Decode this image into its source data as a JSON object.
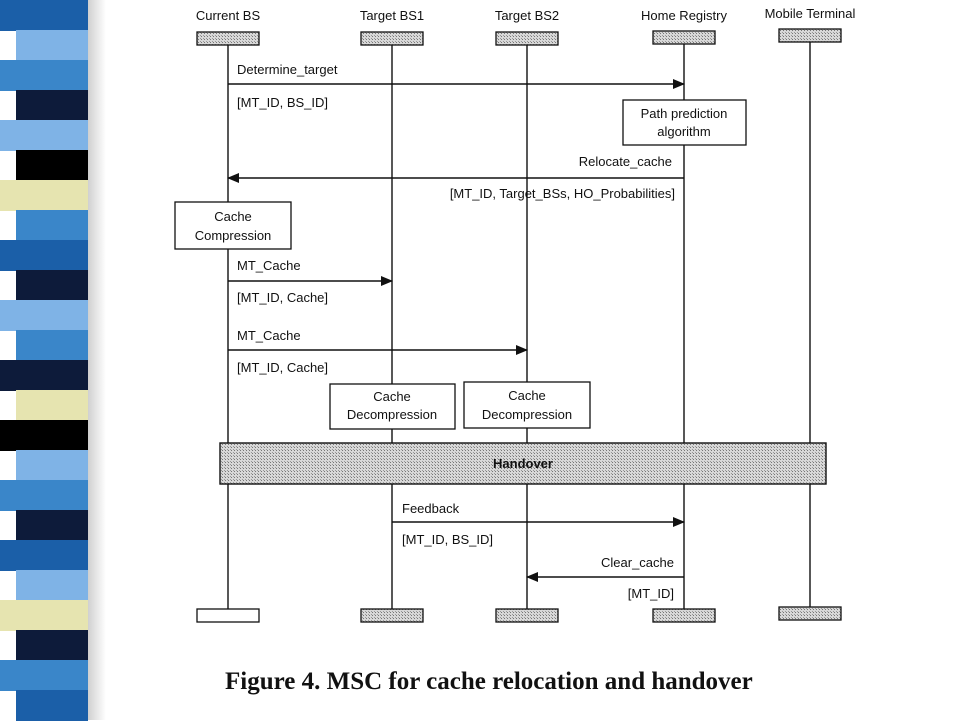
{
  "colors": {
    "stripe": [
      "#1b5fa8",
      "#7fb3e6",
      "#3a86c9",
      "#0d1b3a",
      "#7fb3e6",
      "#000000",
      "#e6e4b0",
      "#3a86c9",
      "#1b5fa8",
      "#0d1b3a",
      "#7fb3e6",
      "#3a86c9",
      "#0d1b3a",
      "#e6e4b0",
      "#000000",
      "#7fb3e6",
      "#3a86c9",
      "#0d1b3a",
      "#1b5fa8",
      "#7fb3e6",
      "#e6e4b0",
      "#0d1b3a",
      "#3a86c9",
      "#1b5fa8"
    ],
    "hatch": "#b8b8b8",
    "line": "#111111"
  },
  "entities": [
    {
      "id": "current",
      "label": "Current BS"
    },
    {
      "id": "target1",
      "label": "Target BS1"
    },
    {
      "id": "target2",
      "label": "Target BS2"
    },
    {
      "id": "home",
      "label": "Home Registry"
    },
    {
      "id": "mobile",
      "label": "Mobile Terminal"
    }
  ],
  "messages": [
    {
      "name": "Determine_target",
      "params": "[MT_ID, BS_ID]",
      "from": "current",
      "to": "home"
    },
    {
      "name": "Relocate_cache",
      "params": "[MT_ID, Target_BSs, HO_Probabilities]",
      "from": "home",
      "to": "current"
    },
    {
      "name": "MT_Cache",
      "params": "[MT_ID, Cache]",
      "from": "current",
      "to": "target1"
    },
    {
      "name": "MT_Cache",
      "params": "[MT_ID, Cache]",
      "from": "current",
      "to": "target2"
    },
    {
      "name": "Feedback",
      "params": "[MT_ID, BS_ID]",
      "from": "target1",
      "to": "home"
    },
    {
      "name": "Clear_cache",
      "params": "[MT_ID]",
      "from": "home",
      "to": "target2"
    }
  ],
  "actions": [
    {
      "line1": "Path prediction",
      "line2": "algorithm"
    },
    {
      "line1": "Cache",
      "line2": "Compression"
    },
    {
      "line1": "Cache",
      "line2": "Decompression"
    },
    {
      "line1": "Cache",
      "line2": "Decompression"
    }
  ],
  "handover": "Handover",
  "caption": "Figure 4. MSC for cache relocation and handover"
}
